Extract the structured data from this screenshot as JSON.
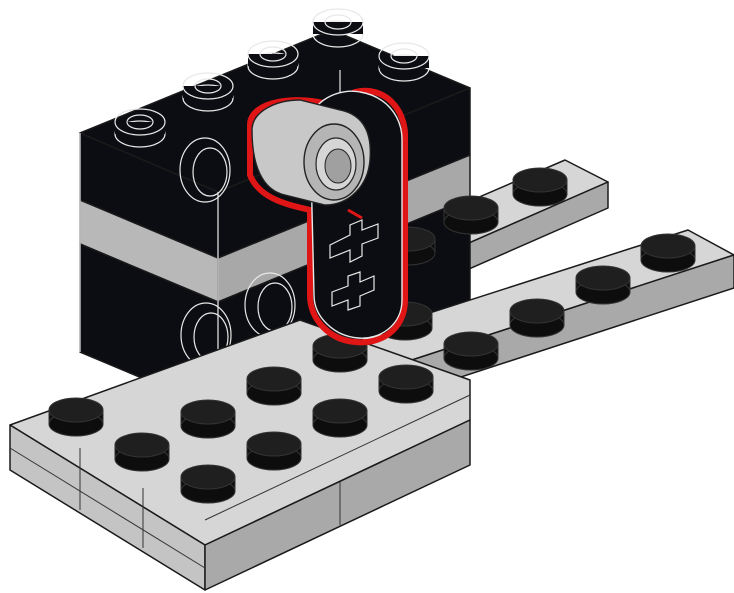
{
  "colors": {
    "background": "#ffffff",
    "plate_top": "#d6d6d6",
    "plate_front": "#c4c4c4",
    "plate_side": "#a9a9a9",
    "stud_top": "#1f1f1f",
    "stud_side": "#0d0d0d",
    "brick_black": "#0b0d12",
    "brick_stripe": "#b8b8b8",
    "part_gray": "#c8c8c8",
    "highlight_outline": "#e01515",
    "outline": "#1a1a1a"
  },
  "parts": {
    "technic_bricks": "technic-brick-1x2-black",
    "base_plates": "plate-gray",
    "highlighted_part": "pin-connector-gray"
  }
}
